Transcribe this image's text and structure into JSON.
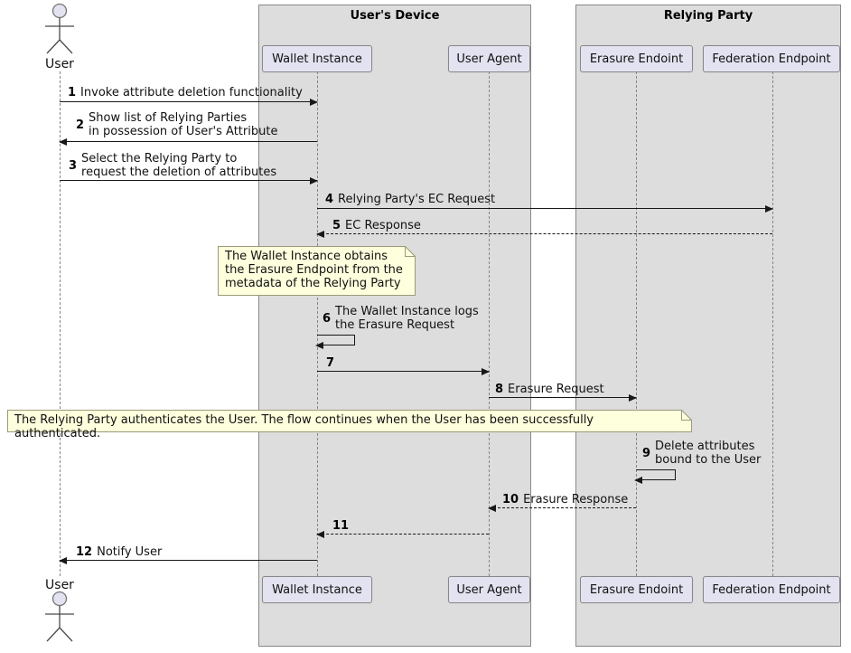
{
  "containers": [
    {
      "title": "User's Device"
    },
    {
      "title": "Relying Party"
    }
  ],
  "actor": {
    "label": "User"
  },
  "participants": [
    {
      "label": "Wallet Instance"
    },
    {
      "label": "User Agent"
    },
    {
      "label": "Erasure Endoint"
    },
    {
      "label": "Federation Endpoint"
    }
  ],
  "messages": [
    {
      "num": "1",
      "text": "Invoke attribute deletion functionality"
    },
    {
      "num": "2",
      "text": "Show list of Relying Parties\nin possession of User's Attribute"
    },
    {
      "num": "3",
      "text": "Select the Relying Party to\nrequest the deletion of attributes"
    },
    {
      "num": "4",
      "text": "Relying Party's EC Request"
    },
    {
      "num": "5",
      "text": "EC Response"
    },
    {
      "num": "6",
      "text": "The Wallet Instance logs\nthe Erasure Request"
    },
    {
      "num": "7",
      "text": ""
    },
    {
      "num": "8",
      "text": "Erasure Request"
    },
    {
      "num": "9",
      "text": "Delete attributes\nbound to the User"
    },
    {
      "num": "10",
      "text": "Erasure Response"
    },
    {
      "num": "11",
      "text": ""
    },
    {
      "num": "12",
      "text": "Notify User"
    }
  ],
  "notes": [
    {
      "text": "The Wallet Instance obtains\nthe Erasure Endpoint from the\nmetadata of the Relying Party"
    },
    {
      "text": "The Relying Party authenticates the User. The flow continues when the User has been successfully authenticated."
    }
  ],
  "colors": {
    "container_fill": "#DDDDDD",
    "participant_fill": "#E2E2F0",
    "note_fill": "#FEFFDD",
    "line_color": "#181818",
    "border_color": "#888888"
  }
}
